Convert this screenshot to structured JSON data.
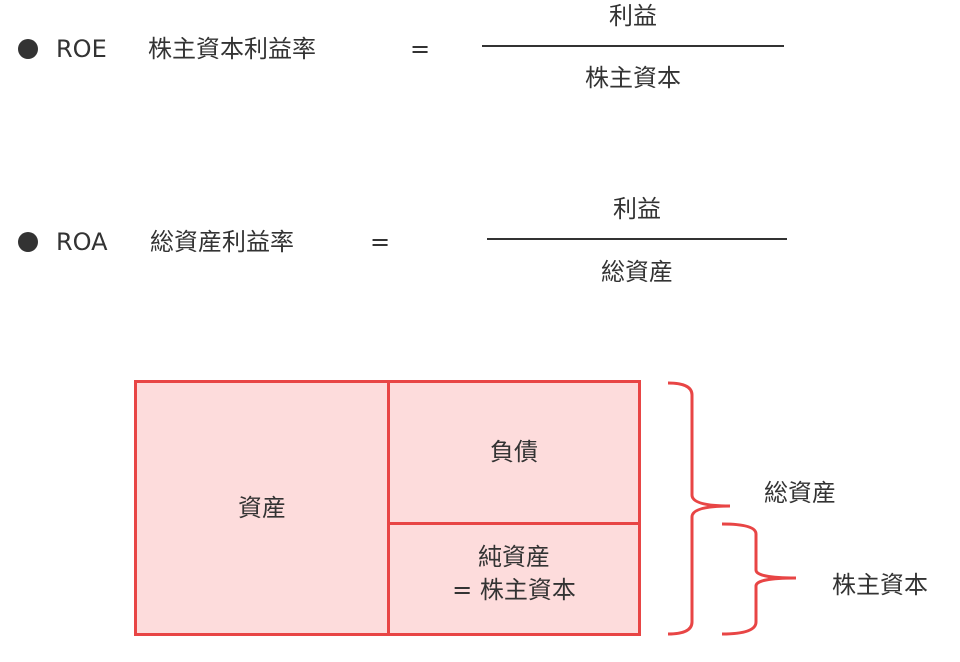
{
  "formulas": [
    {
      "abbr": "ROE",
      "name": "株主資本利益率",
      "equals": "=",
      "numerator": "利益",
      "denominator": "株主資本"
    },
    {
      "abbr": "ROA",
      "name": "総資産利益率",
      "equals": "=",
      "numerator": "利益",
      "denominator": "総資産"
    }
  ],
  "balance_sheet": {
    "assets": "資産",
    "liabilities": "負債",
    "net_assets_line1": "純資産",
    "net_assets_line2": "= 株主資本",
    "total_assets_label": "総資産",
    "equity_label": "株主資本"
  },
  "colors": {
    "box_fill": "#fddcdc",
    "box_border": "#e84545",
    "text": "#333333"
  }
}
